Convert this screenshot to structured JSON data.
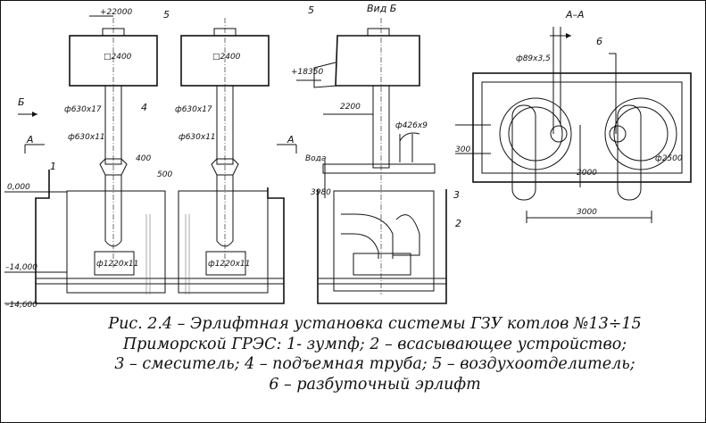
{
  "caption": {
    "line1": "Рис. 2.4 – Эрлифтная установка системы ГЗУ котлов №13÷15",
    "line2": "Приморской ГРЭС: 1- зумпф; 2 – всасывающее устройство;",
    "line3": "3 – смеситель; 4 – подъемная труба; 5 – воздухоотделитель;",
    "line4": "6 – разбуточный эрлифт"
  },
  "views": {
    "view_b_title": "Вид Б",
    "section_aa_title": "А–А",
    "arrow_b": "Б",
    "arrow_a_left": "А",
    "arrow_a_right": "А"
  },
  "elevations": {
    "top": "+22000",
    "air_outlet": "+18350",
    "zero": "0,000",
    "minus14000": "–14,000",
    "minus14600": "–14,600"
  },
  "dimensions": {
    "sep_size_1": "□2400",
    "sep_size_2": "□2400",
    "pipe_630x17_1": "ф630х17",
    "pipe_630x17_2": "ф630х17",
    "pipe_630x11_1": "ф630х11",
    "pipe_630x11_2": "ф630х11",
    "d400": "400",
    "d500": "500",
    "pipe_1220_1": "ф1220х11",
    "pipe_1220_2": "ф1220х11",
    "d2200": "2200",
    "pipe_426": "ф426х9",
    "d3980": "3980",
    "water": "Вода",
    "pipe_89": "ф89х3,5",
    "d300": "300",
    "d2000": "2000",
    "d2500": "ф2500",
    "d3000": "3000"
  },
  "callouts": {
    "c5a": "5",
    "c5b": "5",
    "c4": "4",
    "c1": "1",
    "c3": "3",
    "c2": "2",
    "c6": "6"
  }
}
